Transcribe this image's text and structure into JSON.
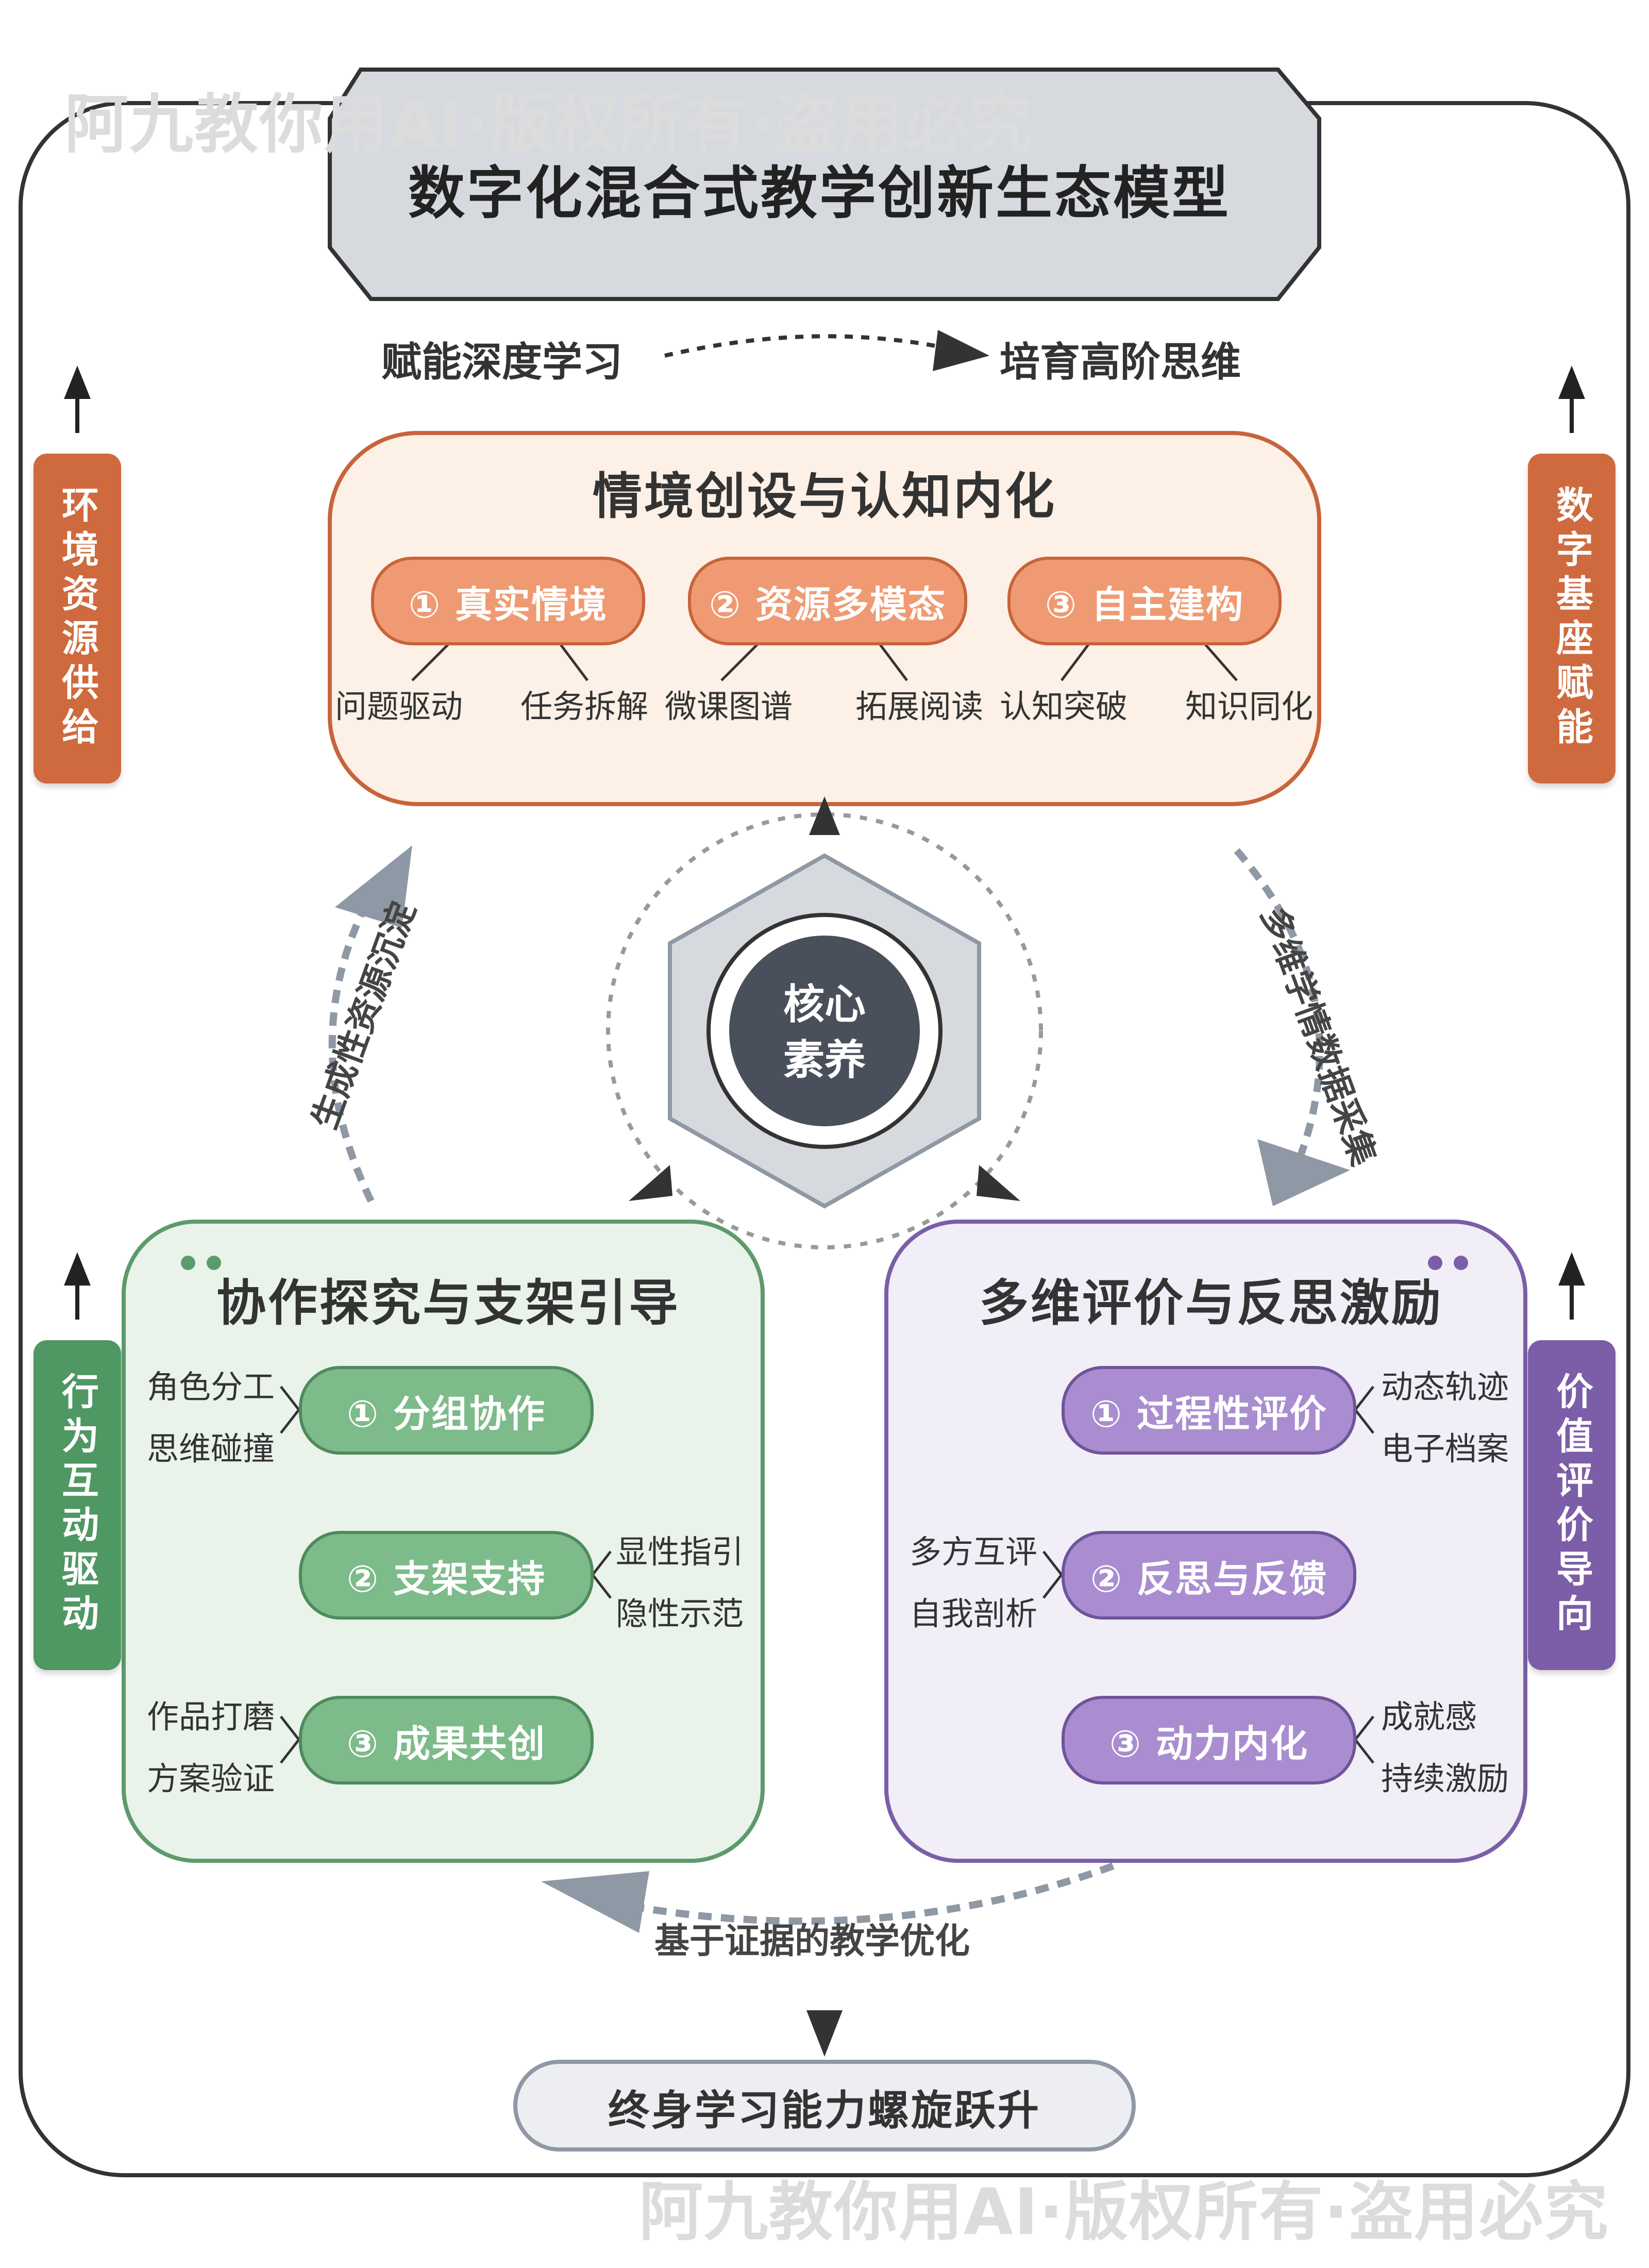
{
  "watermark": "阿九教你用AI·版权所有·盗用必究",
  "title": "数字化混合式教学创新生态模型",
  "top_flow": {
    "left": "赋能深度学习",
    "right": "培育高阶思维"
  },
  "side_tags": {
    "left_top": "环境资源供给",
    "right_top": "数字基座赋能",
    "left_bottom": "行为互动驱动",
    "right_bottom": "价值评价导向"
  },
  "top_box": {
    "title": "情境创设与认知内化",
    "pills": [
      "① 真实情境",
      "② 资源多模态",
      "③ 自主建构"
    ],
    "subs": [
      "问题驱动",
      "任务拆解",
      "微课图谱",
      "拓展阅读",
      "认知突破",
      "知识同化"
    ]
  },
  "core": {
    "line1": "核心",
    "line2": "素养"
  },
  "cycle_labels": {
    "left": "生成性资源沉淀",
    "right": "多维学情数据采集",
    "bottom": "基于证据的教学优化"
  },
  "left_box": {
    "title": "协作探究与支架引导",
    "pills": [
      "① 分组协作",
      "② 支架支持",
      "③ 成果共创"
    ],
    "subs": [
      "角色分工",
      "思维碰撞",
      "显性指引",
      "隐性示范",
      "作品打磨",
      "方案验证"
    ]
  },
  "right_box": {
    "title": "多维评价与反思激励",
    "pills": [
      "① 过程性评价",
      "② 反思与反馈",
      "③ 动力内化"
    ],
    "subs": [
      "动态轨迹",
      "电子档案",
      "多方互评",
      "自我剖析",
      "成就感",
      "持续激励"
    ]
  },
  "bottom": "终身学习能力螺旋跃升",
  "colors": {
    "orange": "#c8643a",
    "orange_light": "#fdf0e6",
    "orange_pill": "#ef9a72",
    "green": "#5d9a6c",
    "green_light": "#e9f3ea",
    "green_pill": "#7dbb8a",
    "purple": "#7b5ea7",
    "purple_light": "#f1eef7",
    "purple_pill": "#a98dd0",
    "core": "#4a4f5c",
    "gray": "#8f98a5"
  }
}
